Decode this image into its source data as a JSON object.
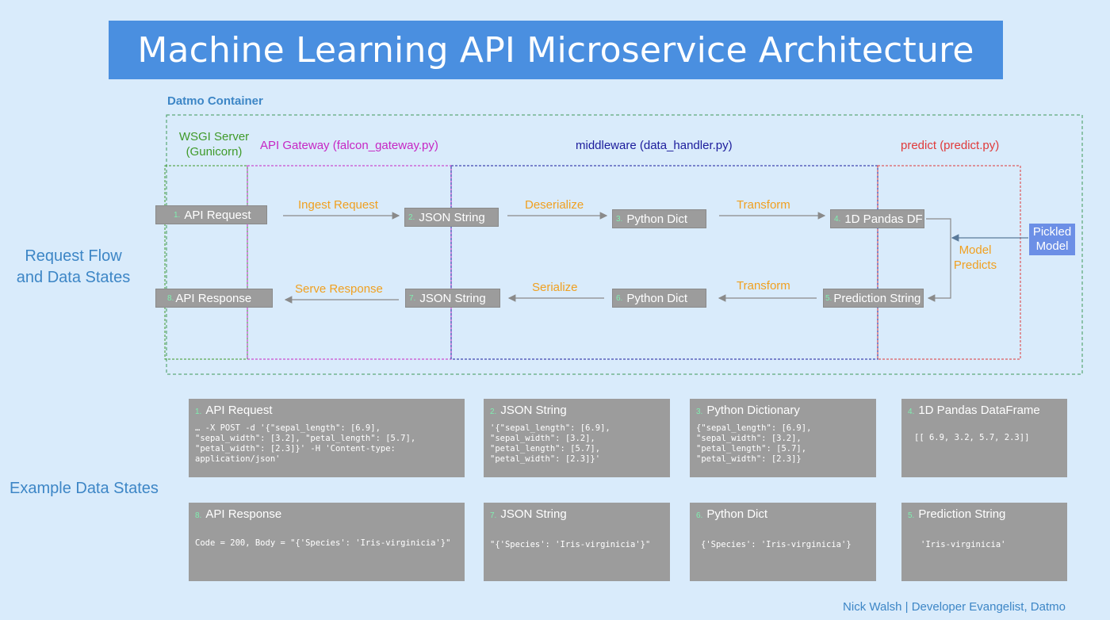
{
  "title": "Machine Learning API Microservice Architecture",
  "container_label": "Datmo Container",
  "zones": {
    "wsgi": "WSGI Server\n(Gunicorn)",
    "gateway": "API Gateway (falcon_gateway.py)",
    "middleware": "middleware (data_handler.py)",
    "predict": "predict (predict.py)"
  },
  "side_labels": {
    "request_flow": "Request Flow\nand Data States",
    "example_states": "Example Data States"
  },
  "flow_nodes": [
    {
      "num": "1.",
      "label": "API Request"
    },
    {
      "num": "2.",
      "label": "JSON String"
    },
    {
      "num": "3.",
      "label": "Python Dict"
    },
    {
      "num": "4.",
      "label": "1D Pandas DF"
    },
    {
      "num": "5.",
      "label": "Prediction String"
    },
    {
      "num": "6.",
      "label": "Python Dict"
    },
    {
      "num": "7.",
      "label": "JSON String"
    },
    {
      "num": "8.",
      "label": "API Response"
    }
  ],
  "edges": {
    "ingest": "Ingest Request",
    "deserialize": "Deserialize",
    "transform_top": "Transform",
    "model_predicts": "Model\nPredicts",
    "transform_bottom": "Transform",
    "serialize": "Serialize",
    "serve": "Serve Response"
  },
  "pickled_model": "Pickled\nModel",
  "cards": [
    {
      "num": "1.",
      "title": "API Request",
      "code": "… -X POST -d '{\"sepal_length\": [6.9],\n\"sepal_width\": [3.2], \"petal_length\": [5.7],\n\"petal_width\": [2.3]}' -H 'Content-type:\napplication/json'"
    },
    {
      "num": "2.",
      "title": "JSON String",
      "code": "'{\"sepal_length\": [6.9],\n\"sepal_width\": [3.2],\n\"petal_length\": [5.7],\n\"petal_width\": [2.3]}'"
    },
    {
      "num": "3.",
      "title": "Python Dictionary",
      "code": "{\"sepal_length\": [6.9],\n\"sepal_width\": [3.2],\n\"petal_length\": [5.7],\n\"petal_width\": [2.3]}"
    },
    {
      "num": "4.",
      "title": "1D Pandas DataFrame",
      "code": "[[ 6.9, 3.2, 5.7, 2.3]]"
    },
    {
      "num": "8.",
      "title": "API Response",
      "code": "Code = 200, Body = \"{'Species': 'Iris-virginicia'}\""
    },
    {
      "num": "7.",
      "title": "JSON String",
      "code": "\"{'Species': 'Iris-virginicia'}\""
    },
    {
      "num": "6.",
      "title": "Python Dict",
      "code": "{'Species': 'Iris-virginicia'}"
    },
    {
      "num": "5.",
      "title": "Prediction String",
      "code": "'Iris-virginicia'"
    }
  ],
  "footer": "Nick Walsh | Developer Evangelist, Datmo",
  "colors": {
    "title_bg": "#4a8fe0",
    "wsgi": "#3f9a2a",
    "gateway": "#c627c4",
    "middleware": "#1c1c9c",
    "predict": "#e03a3a",
    "edge_label": "#f0a020",
    "node_bg": "#9c9c9c",
    "pickled_bg": "#6c8fe6"
  }
}
